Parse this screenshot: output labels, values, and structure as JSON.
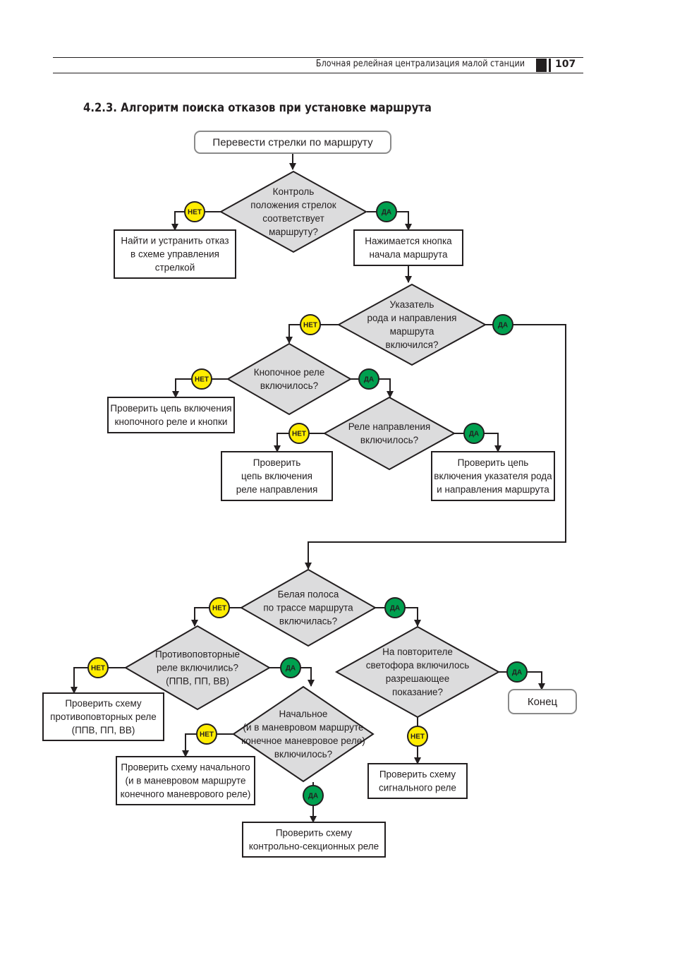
{
  "header": {
    "running_title": "Блочная релейная централизация малой станции",
    "page_number": "107"
  },
  "section": {
    "title": "4.2.3. Алгоритм поиска отказов при установке маршрута"
  },
  "badges": {
    "yes": "ДА",
    "no": "НЕТ"
  },
  "nodes": {
    "start": [
      "Перевести стрелки по маршруту"
    ],
    "d_points": [
      "Контроль",
      "положения стрелок",
      "соответствует",
      "маршруту?"
    ],
    "fix_points": [
      "Найти и устранить отказ",
      "в схеме управления",
      "стрелкой"
    ],
    "press_button": [
      "Нажимается кнопка",
      "начала маршрута"
    ],
    "d_indicator": [
      "Указатель",
      "рода и направления",
      "маршрута",
      "включился?"
    ],
    "d_button_relay": [
      "Кнопочное реле",
      "включилось?"
    ],
    "check_button_circuit": [
      "Проверить цепь включения",
      "кнопочного реле и кнопки"
    ],
    "d_direction_relay": [
      "Реле направления",
      "включилось?"
    ],
    "check_direction_circuit": [
      "Проверить",
      "цепь включения",
      "реле направления"
    ],
    "check_indicator_circuit": [
      "Проверить цепь",
      "включения указателя рода",
      "и направления маршрута"
    ],
    "d_white_stripe": [
      "Белая полоса",
      "по трассе маршрута",
      "включилась?"
    ],
    "d_anti_repeat": [
      "Противоповторные",
      "реле включились?",
      "(ППВ, ПП, ВВ)"
    ],
    "check_anti_repeat": [
      "Проверить схему",
      "противоповторных реле",
      "(ППВ, ПП, ВВ)"
    ],
    "d_repeater": [
      "На повторителе",
      "светофора включилось",
      "разрешающее",
      "показание?"
    ],
    "end": [
      "Конец"
    ],
    "d_initial": [
      "Начальное",
      "(и в маневровом маршруте",
      "конечное маневровое реле)",
      "включилось?"
    ],
    "check_initial": [
      "Проверить схему начального",
      "(и в маневровом маршруте",
      "конечного маневрового реле)"
    ],
    "check_signal_relay": [
      "Проверить схему",
      "сигнального реле"
    ],
    "check_section_relays": [
      "Проверить схему",
      "контрольно-секционных реле"
    ]
  },
  "colors": {
    "yes_badge": "#00a04f",
    "no_badge": "#ffed00",
    "diamond_fill": "#dcdcdd",
    "terminal_border": "#8a8a8a",
    "line": "#231f20"
  }
}
